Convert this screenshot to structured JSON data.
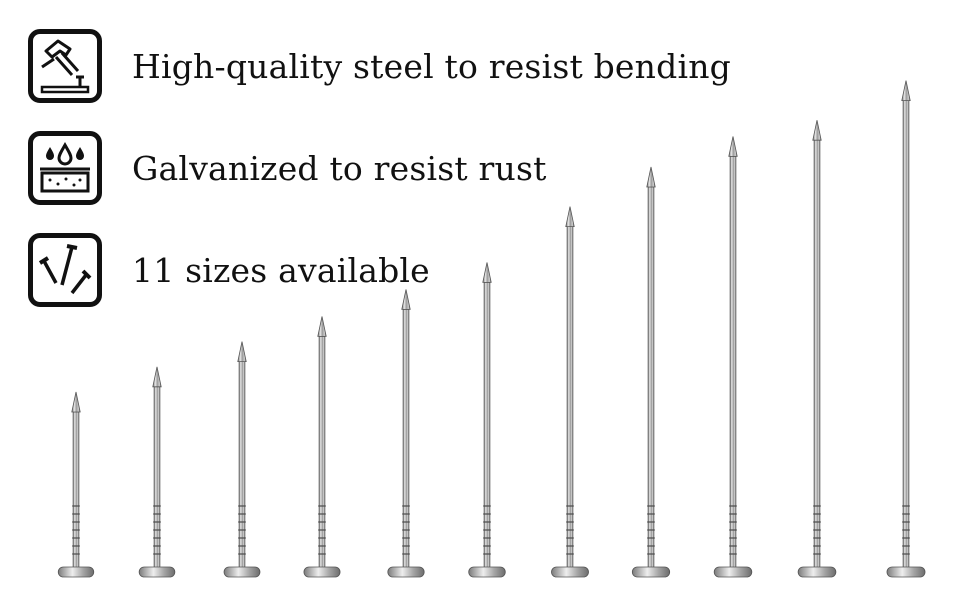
{
  "features": [
    {
      "icon": "hammer-nail-icon",
      "label": "High-quality steel to resist bending"
    },
    {
      "icon": "water-drops-galvanized-icon",
      "label": "Galvanized to resist rust"
    },
    {
      "icon": "scattered-nails-icon",
      "label": "11 sizes available"
    }
  ],
  "nails": {
    "count": 11,
    "relative_lengths": [
      1,
      1.14,
      1.28,
      1.42,
      1.57,
      1.72,
      2.03,
      2.25,
      2.42,
      2.51,
      2.73
    ]
  }
}
